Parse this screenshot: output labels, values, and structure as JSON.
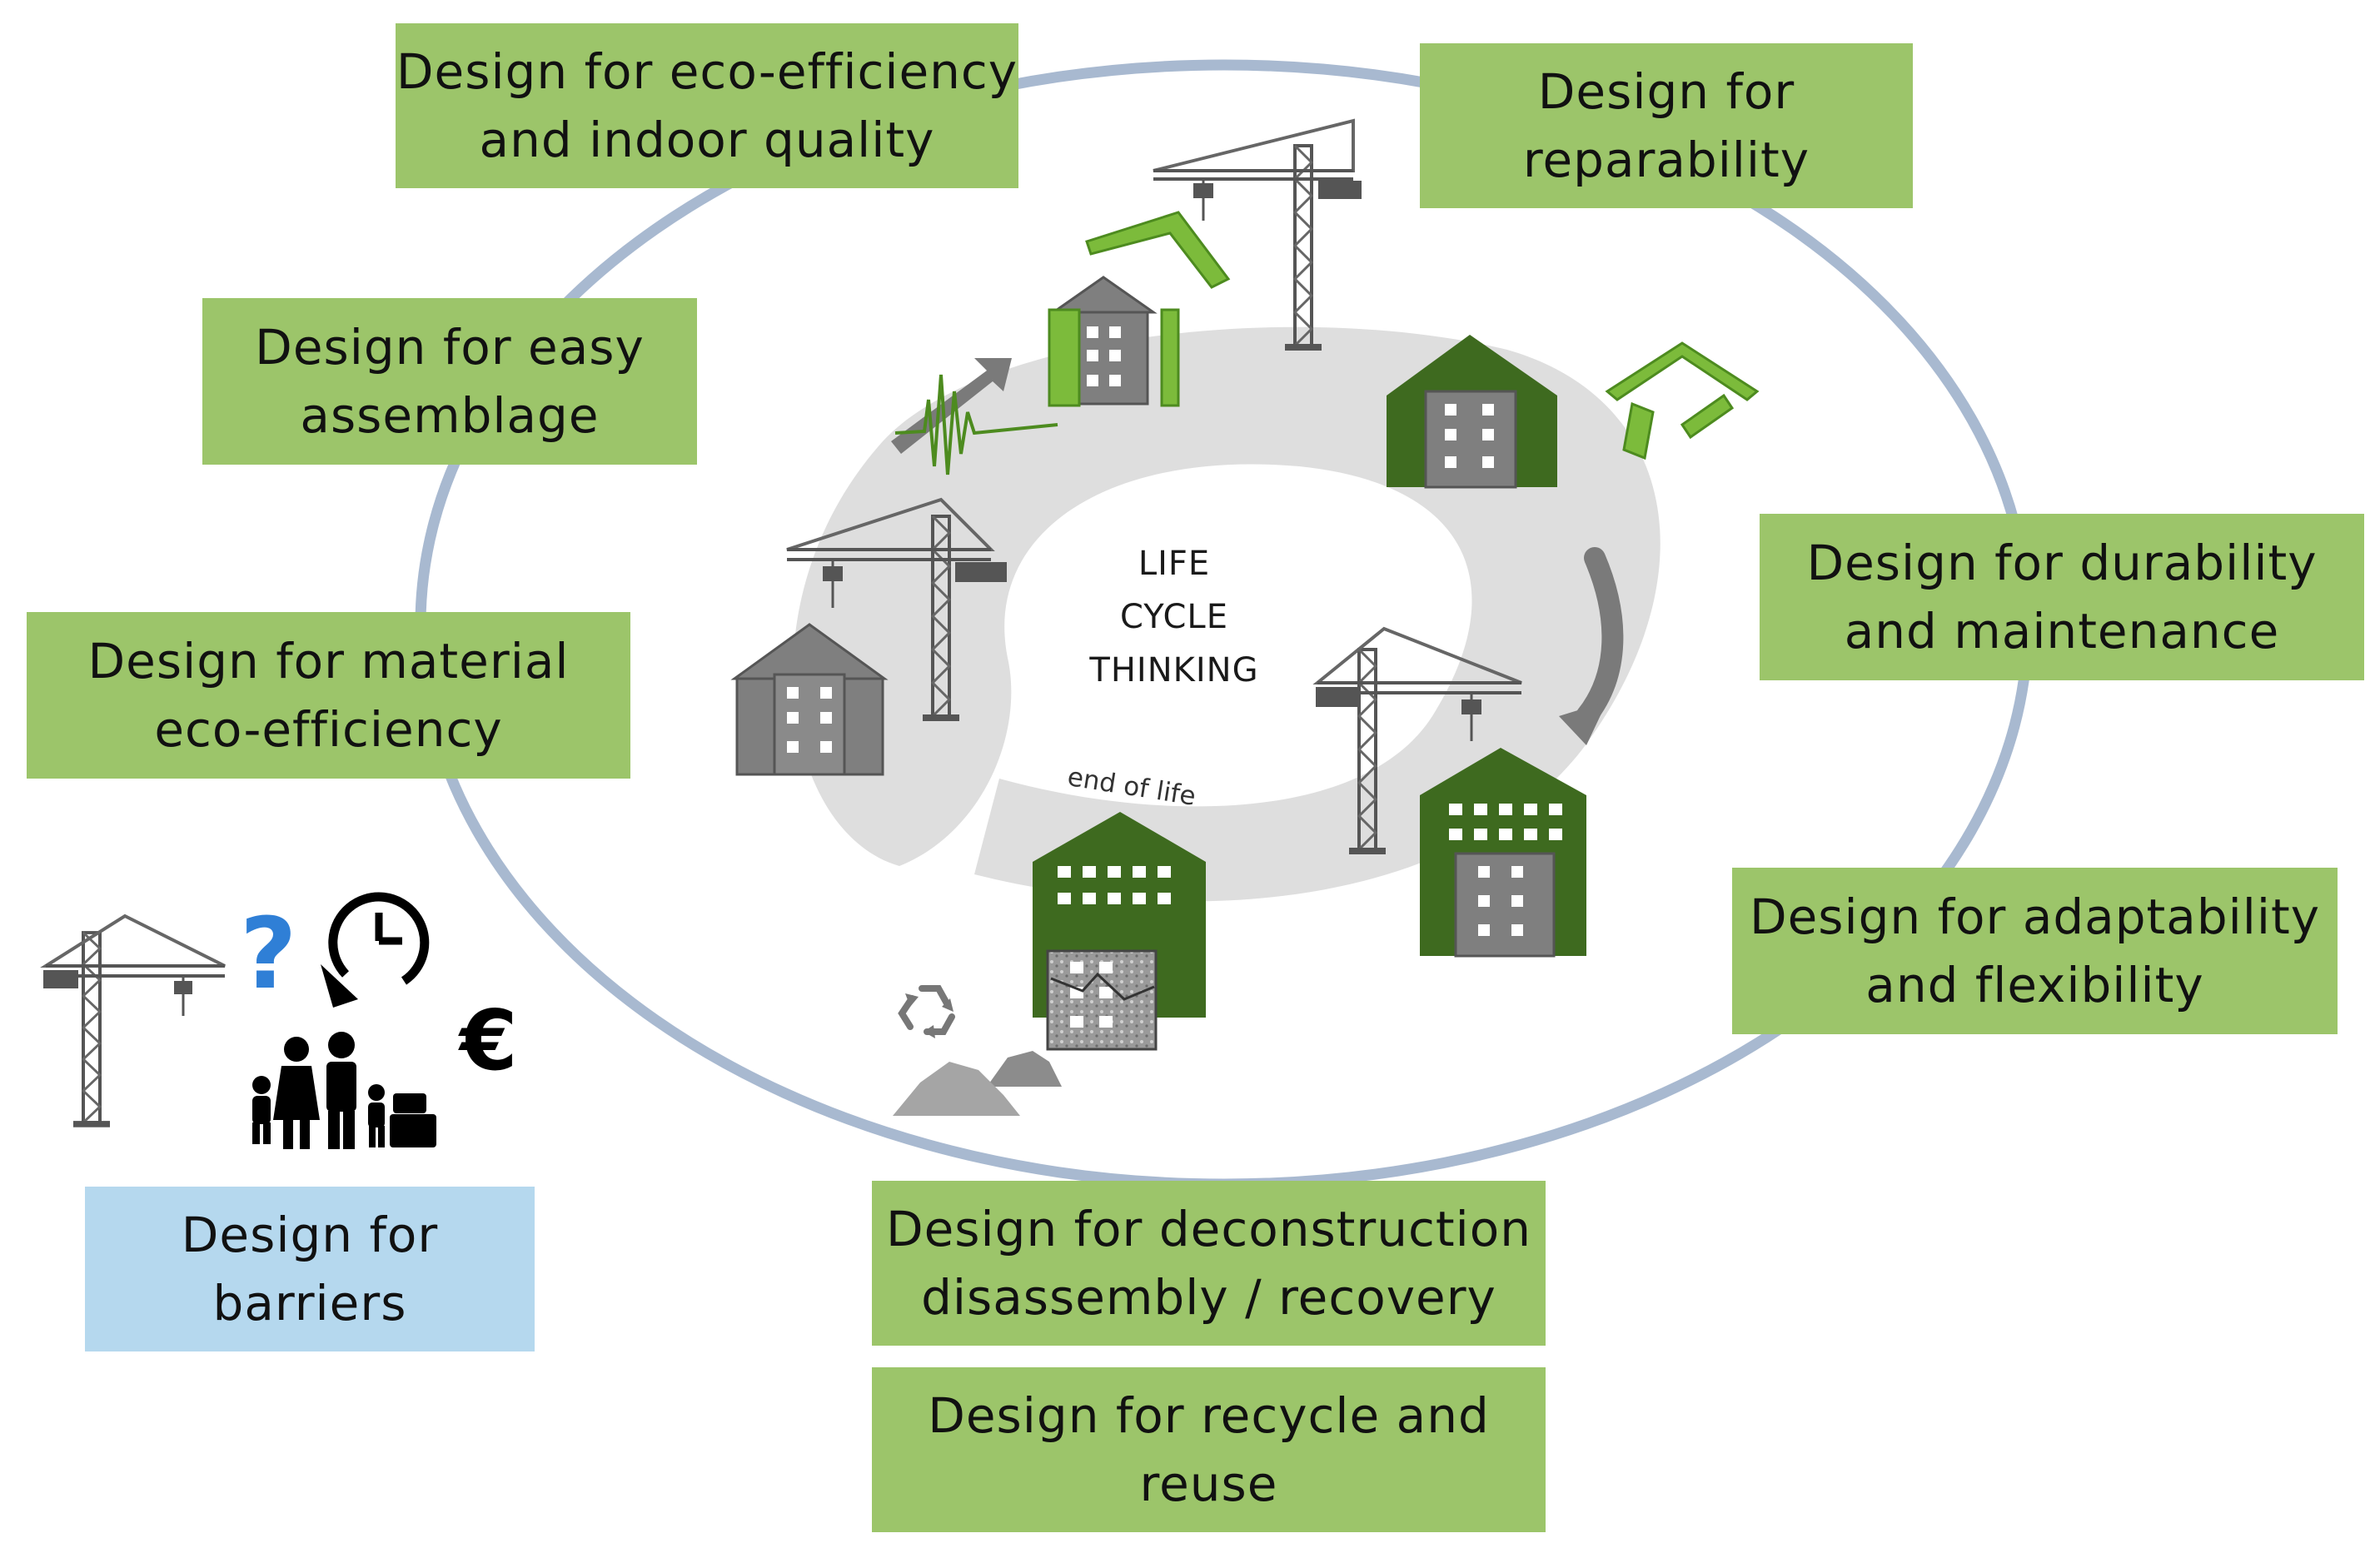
{
  "center": {
    "line1": "LIFE",
    "line2": "CYCLE",
    "line3": "THINKING"
  },
  "end_of_life": "end of life",
  "labels": {
    "eco_efficiency": {
      "line1": "Design for eco-efficiency",
      "line2": "and indoor quality"
    },
    "reparability": {
      "line1": "Design for",
      "line2": "reparability"
    },
    "easy_assemblage": {
      "line1": "Design for easy",
      "line2": "assemblage"
    },
    "material": {
      "line1": "Design for material",
      "line2": "eco-efficiency"
    },
    "durability": {
      "line1": "Design for durability",
      "line2": "and maintenance"
    },
    "adaptability": {
      "line1": "Design for adaptability",
      "line2": "and flexibility"
    },
    "deconstruction": {
      "line1": "Design for deconstruction",
      "line2": "disassembly / recovery"
    },
    "recycle": {
      "line1": "Design for recycle and",
      "line2": "reuse"
    },
    "barriers": {
      "line1": "Design for",
      "line2": "barriers"
    }
  },
  "barrier_symbols": {
    "question": "?",
    "euro": "€"
  },
  "colors": {
    "label_green": "#9cc56a",
    "label_blue": "#b5d8ee",
    "ring": "#a8b9d0",
    "track": "#dedede",
    "dark_green": "#3e6a1f",
    "light_green": "#7cbb3b",
    "building_grey": "#7f7f7f"
  },
  "icons": [
    "crane-icon",
    "building-icon",
    "seismic-wave-icon",
    "roof-panels-icon",
    "recycle-icon",
    "rubble-icon",
    "question-icon",
    "clock-icon",
    "family-icon",
    "euro-icon",
    "cycle-arrow-icon"
  ]
}
